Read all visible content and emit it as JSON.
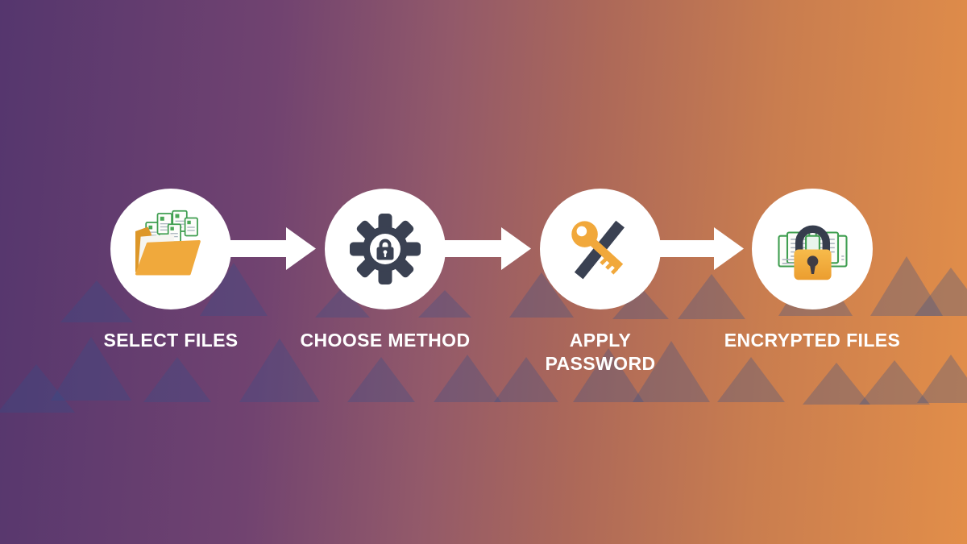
{
  "infographic": {
    "theme": {
      "gradient_left": "#55366e",
      "gradient_mid": "#9a5f63",
      "gradient_right": "#e28e49",
      "triangle_overlay": "#32508c",
      "circle_fill": "#ffffff",
      "arrow_color": "#ffffff",
      "label_color": "#ffffff",
      "gold": "#f0a73a",
      "slate": "#3a4152",
      "doc_green": "#3f9e50"
    },
    "steps": [
      {
        "id": "select-files",
        "label": "SELECT FILES",
        "icon": "folder-with-files-icon"
      },
      {
        "id": "choose-method",
        "label": "CHOOSE METHOD",
        "icon": "gear-lock-icon"
      },
      {
        "id": "apply-password",
        "label": "APPLY\nPASSWORD",
        "icon": "key-icon"
      },
      {
        "id": "encrypted-files",
        "label": "ENCRYPTED FILES",
        "icon": "padlock-files-icon"
      }
    ]
  }
}
